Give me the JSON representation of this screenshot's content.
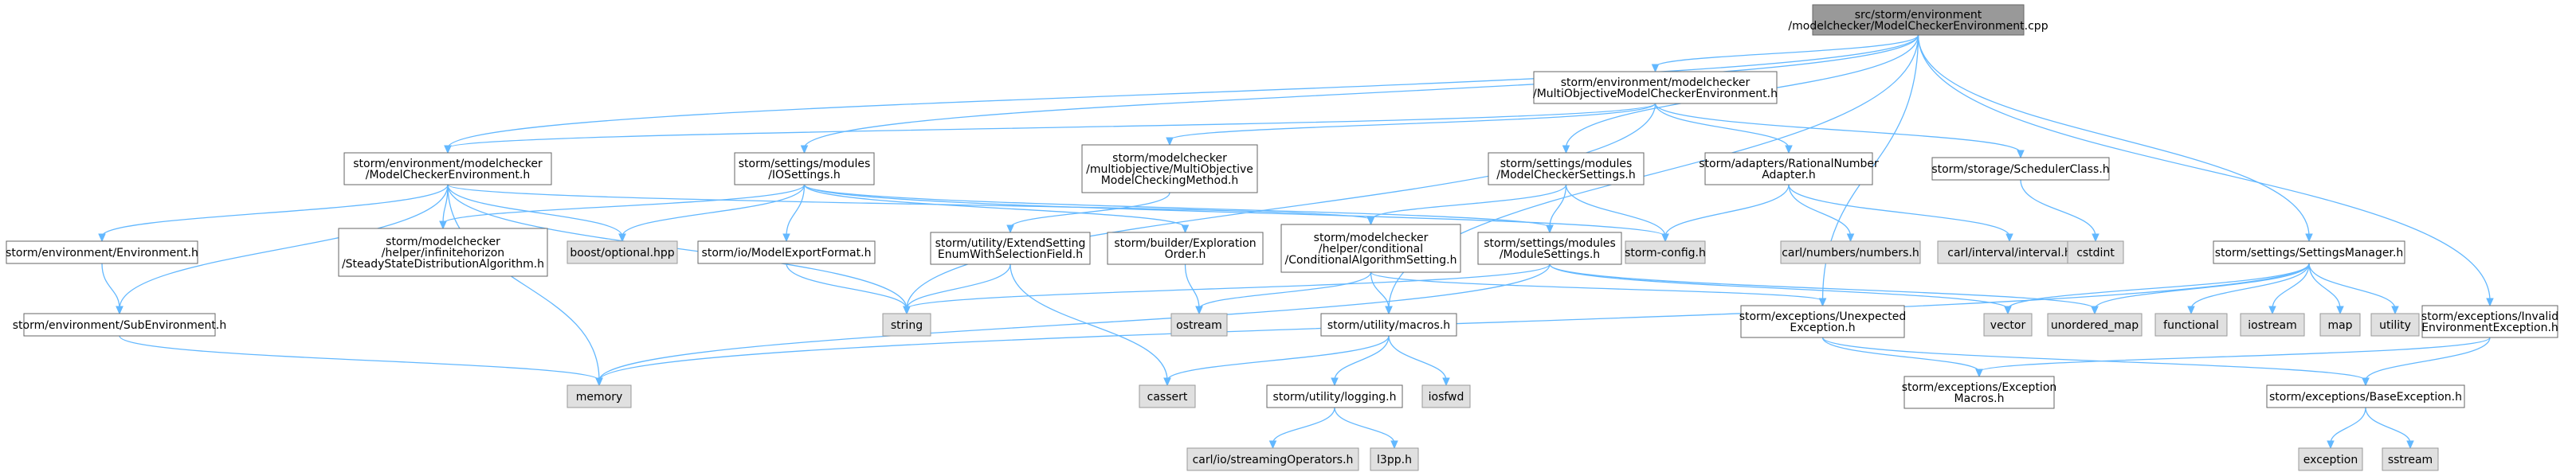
{
  "graph": {
    "nodes": [
      {
        "id": "root",
        "kind": "root",
        "lines": [
          "src/storm/environment",
          "/modelchecker/ModelCheckerEnvironment.cpp"
        ]
      },
      {
        "id": "mo_env",
        "kind": "file",
        "lines": [
          "storm/environment/modelchecker",
          "/MultiObjectiveModelCheckerEnvironment.h"
        ]
      },
      {
        "id": "mc_env",
        "kind": "file",
        "lines": [
          "storm/environment/modelchecker",
          "/ModelCheckerEnvironment.h"
        ]
      },
      {
        "id": "io_settings",
        "kind": "file",
        "lines": [
          "storm/settings/modules",
          "/IOSettings.h"
        ]
      },
      {
        "id": "mo_method",
        "kind": "file",
        "lines": [
          "storm/modelchecker",
          "/multiobjective/MultiObjective",
          "ModelCheckingMethod.h"
        ]
      },
      {
        "id": "mc_settings",
        "kind": "file",
        "lines": [
          "storm/settings/modules",
          "/ModelCheckerSettings.h"
        ]
      },
      {
        "id": "rational_adapter",
        "kind": "file",
        "lines": [
          "storm/adapters/RationalNumber",
          "Adapter.h"
        ]
      },
      {
        "id": "scheduler_class",
        "kind": "file",
        "lines": [
          "storm/storage/SchedulerClass.h"
        ]
      },
      {
        "id": "environment",
        "kind": "file",
        "lines": [
          "storm/environment/Environment.h"
        ]
      },
      {
        "id": "steady_state",
        "kind": "file",
        "lines": [
          "storm/modelchecker",
          "/helper/infinitehorizon",
          "/SteadyStateDistributionAlgorithm.h"
        ]
      },
      {
        "id": "boost_optional",
        "kind": "sys",
        "lines": [
          "boost/optional.hpp"
        ]
      },
      {
        "id": "model_export",
        "kind": "file",
        "lines": [
          "storm/io/ModelExportFormat.h"
        ]
      },
      {
        "id": "extend_setting",
        "kind": "file",
        "lines": [
          "storm/utility/ExtendSetting",
          "EnumWithSelectionField.h"
        ]
      },
      {
        "id": "exploration_order",
        "kind": "file",
        "lines": [
          "storm/builder/Exploration",
          "Order.h"
        ]
      },
      {
        "id": "conditional_alg",
        "kind": "file",
        "lines": [
          "storm/modelchecker",
          "/helper/conditional",
          "/ConditionalAlgorithmSetting.h"
        ]
      },
      {
        "id": "module_settings",
        "kind": "file",
        "lines": [
          "storm/settings/modules",
          "/ModuleSettings.h"
        ]
      },
      {
        "id": "storm_config",
        "kind": "sys",
        "lines": [
          "storm-config.h"
        ]
      },
      {
        "id": "carl_numbers",
        "kind": "sys",
        "lines": [
          "carl/numbers/numbers.h"
        ]
      },
      {
        "id": "carl_interval",
        "kind": "sys",
        "lines": [
          "carl/interval/interval.h"
        ]
      },
      {
        "id": "cstdint",
        "kind": "sys",
        "lines": [
          "cstdint"
        ]
      },
      {
        "id": "settings_manager",
        "kind": "file",
        "lines": [
          "storm/settings/SettingsManager.h"
        ]
      },
      {
        "id": "sub_environment",
        "kind": "file",
        "lines": [
          "storm/environment/SubEnvironment.h"
        ]
      },
      {
        "id": "string",
        "kind": "sys",
        "lines": [
          "string"
        ]
      },
      {
        "id": "ostream",
        "kind": "sys",
        "lines": [
          "ostream"
        ]
      },
      {
        "id": "macros",
        "kind": "file",
        "lines": [
          "storm/utility/macros.h"
        ]
      },
      {
        "id": "unexpected_exc",
        "kind": "file",
        "lines": [
          "storm/exceptions/Unexpected",
          "Exception.h"
        ]
      },
      {
        "id": "vector",
        "kind": "sys",
        "lines": [
          "vector"
        ]
      },
      {
        "id": "unordered_map",
        "kind": "sys",
        "lines": [
          "unordered_map"
        ]
      },
      {
        "id": "functional",
        "kind": "sys",
        "lines": [
          "functional"
        ]
      },
      {
        "id": "iostream",
        "kind": "sys",
        "lines": [
          "iostream"
        ]
      },
      {
        "id": "map",
        "kind": "sys",
        "lines": [
          "map"
        ]
      },
      {
        "id": "utility",
        "kind": "sys",
        "lines": [
          "utility"
        ]
      },
      {
        "id": "invalid_env_exc",
        "kind": "file",
        "lines": [
          "storm/exceptions/Invalid",
          "EnvironmentException.h"
        ]
      },
      {
        "id": "memory",
        "kind": "sys",
        "lines": [
          "memory"
        ]
      },
      {
        "id": "cassert",
        "kind": "sys",
        "lines": [
          "cassert"
        ]
      },
      {
        "id": "iosfwd",
        "kind": "sys",
        "lines": [
          "iosfwd"
        ]
      },
      {
        "id": "logging",
        "kind": "file",
        "lines": [
          "storm/utility/logging.h"
        ]
      },
      {
        "id": "exception_macros",
        "kind": "file",
        "lines": [
          "storm/exceptions/Exception",
          "Macros.h"
        ]
      },
      {
        "id": "base_exception",
        "kind": "file",
        "lines": [
          "storm/exceptions/BaseException.h"
        ]
      },
      {
        "id": "streaming_ops",
        "kind": "sys",
        "lines": [
          "carl/io/streamingOperators.h"
        ]
      },
      {
        "id": "l3pp",
        "kind": "sys",
        "lines": [
          "l3pp.h"
        ]
      },
      {
        "id": "exception",
        "kind": "sys",
        "lines": [
          "exception"
        ]
      },
      {
        "id": "sstream",
        "kind": "sys",
        "lines": [
          "sstream"
        ]
      }
    ],
    "edges": [
      [
        "root",
        "mo_env"
      ],
      [
        "root",
        "mc_env"
      ],
      [
        "root",
        "io_settings"
      ],
      [
        "root",
        "mc_settings"
      ],
      [
        "root",
        "settings_manager"
      ],
      [
        "root",
        "invalid_env_exc"
      ],
      [
        "root",
        "macros"
      ],
      [
        "root",
        "unexpected_exc"
      ],
      [
        "mo_env",
        "mc_env"
      ],
      [
        "mo_env",
        "string"
      ],
      [
        "mo_env",
        "mo_method"
      ],
      [
        "mo_env",
        "rational_adapter"
      ],
      [
        "mo_env",
        "scheduler_class"
      ],
      [
        "mc_env",
        "environment"
      ],
      [
        "mc_env",
        "steady_state"
      ],
      [
        "mc_env",
        "boost_optional"
      ],
      [
        "mc_env",
        "conditional_alg"
      ],
      [
        "mc_env",
        "sub_environment"
      ],
      [
        "mc_env",
        "string"
      ],
      [
        "mc_env",
        "memory"
      ],
      [
        "io_settings",
        "steady_state"
      ],
      [
        "io_settings",
        "boost_optional"
      ],
      [
        "io_settings",
        "model_export"
      ],
      [
        "io_settings",
        "exploration_order"
      ],
      [
        "io_settings",
        "module_settings"
      ],
      [
        "io_settings",
        "storm_config"
      ],
      [
        "mo_method",
        "extend_setting"
      ],
      [
        "mc_settings",
        "conditional_alg"
      ],
      [
        "mc_settings",
        "module_settings"
      ],
      [
        "mc_settings",
        "storm_config"
      ],
      [
        "rational_adapter",
        "storm_config"
      ],
      [
        "rational_adapter",
        "carl_numbers"
      ],
      [
        "rational_adapter",
        "carl_interval"
      ],
      [
        "scheduler_class",
        "cstdint"
      ],
      [
        "environment",
        "sub_environment"
      ],
      [
        "sub_environment",
        "memory"
      ],
      [
        "model_export",
        "string"
      ],
      [
        "extend_setting",
        "string"
      ],
      [
        "extend_setting",
        "cassert"
      ],
      [
        "exploration_order",
        "ostream"
      ],
      [
        "conditional_alg",
        "ostream"
      ],
      [
        "conditional_alg",
        "macros"
      ],
      [
        "conditional_alg",
        "unexpected_exc"
      ],
      [
        "module_settings",
        "string"
      ],
      [
        "module_settings",
        "vector"
      ],
      [
        "module_settings",
        "unordered_map"
      ],
      [
        "module_settings",
        "memory"
      ],
      [
        "settings_manager",
        "vector"
      ],
      [
        "settings_manager",
        "unordered_map"
      ],
      [
        "settings_manager",
        "functional"
      ],
      [
        "settings_manager",
        "iostream"
      ],
      [
        "settings_manager",
        "map"
      ],
      [
        "settings_manager",
        "utility"
      ],
      [
        "settings_manager",
        "memory"
      ],
      [
        "macros",
        "cassert"
      ],
      [
        "macros",
        "iosfwd"
      ],
      [
        "macros",
        "logging"
      ],
      [
        "logging",
        "streaming_ops"
      ],
      [
        "logging",
        "l3pp"
      ],
      [
        "unexpected_exc",
        "exception_macros"
      ],
      [
        "unexpected_exc",
        "base_exception"
      ],
      [
        "invalid_env_exc",
        "exception_macros"
      ],
      [
        "invalid_env_exc",
        "base_exception"
      ],
      [
        "base_exception",
        "exception"
      ],
      [
        "base_exception",
        "sstream"
      ]
    ]
  },
  "colors": {
    "edge": "#63b8ff",
    "root_fill": "#999999",
    "file_fill": "#ffffff",
    "sys_fill": "#e0e0e0",
    "border": "#666666"
  }
}
